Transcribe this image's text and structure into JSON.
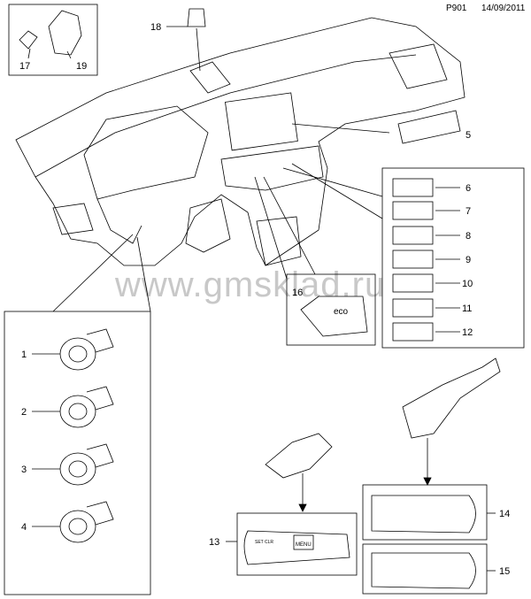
{
  "header": {
    "code": "P901",
    "date": "14/09/2011"
  },
  "watermark": "www.gmsklad.ru",
  "callouts": [
    "1",
    "2",
    "3",
    "4",
    "5",
    "6",
    "7",
    "8",
    "9",
    "10",
    "11",
    "12",
    "13",
    "14",
    "15",
    "16",
    "17",
    "18",
    "19"
  ],
  "panel_labels": {
    "eco": "eco",
    "menu": "MENU",
    "set_clr": "SET\nCLR"
  },
  "colors": {
    "line": "#000000",
    "background": "#ffffff",
    "watermark": "#c8c8c8"
  }
}
